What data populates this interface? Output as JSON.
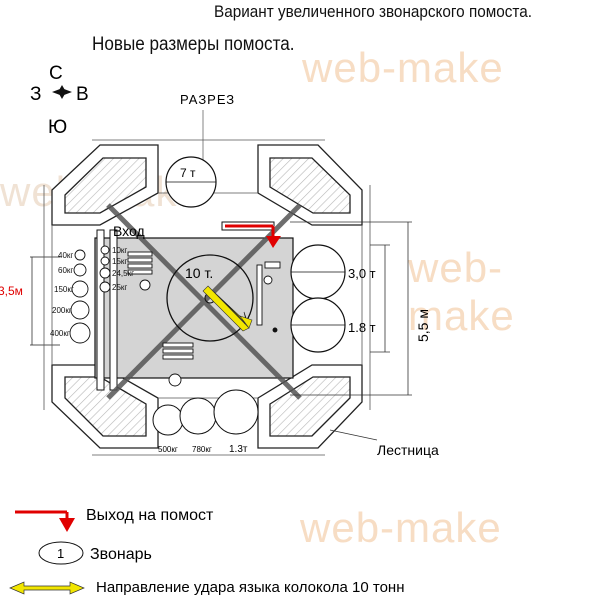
{
  "header": {
    "title_line1": "Вариант увеличенного звонарского помоста.",
    "title_line2": "Новые размеры помоста."
  },
  "watermark": {
    "text": "web-make"
  },
  "compass": {
    "north": "С",
    "west": "З",
    "east": "В",
    "south": "Ю"
  },
  "plan": {
    "section_label": "РАЗРЕЗ",
    "entrance_label": "Вход",
    "stairs_label": "Лестница",
    "dimension_left": "3,5м",
    "dimension_right": "5,5 м",
    "bells_top": {
      "big": "7 т"
    },
    "bell_center": "10 т.",
    "bells_right": {
      "upper": "3,0 т",
      "lower": "1.8 т"
    },
    "bells_left_column": [
      "40кг",
      "60кг",
      "150кг",
      "200кг",
      "400кг"
    ],
    "bells_left_inner": [
      "10кг",
      "15кг",
      "24,5кг",
      "25кг"
    ],
    "bells_bottom": [
      "500кг",
      "780кг",
      "1.3т"
    ]
  },
  "legend": {
    "exit_label": "Выход на помост",
    "ringer_number": "1",
    "ringer_label": "Звонарь",
    "strike_label": "Направление удара языка колокола 10 тонн"
  },
  "colors": {
    "red": "#e00000",
    "yellow": "#f2e600",
    "platform": "#d4d4d4",
    "watermark": "#f7ddc4"
  }
}
